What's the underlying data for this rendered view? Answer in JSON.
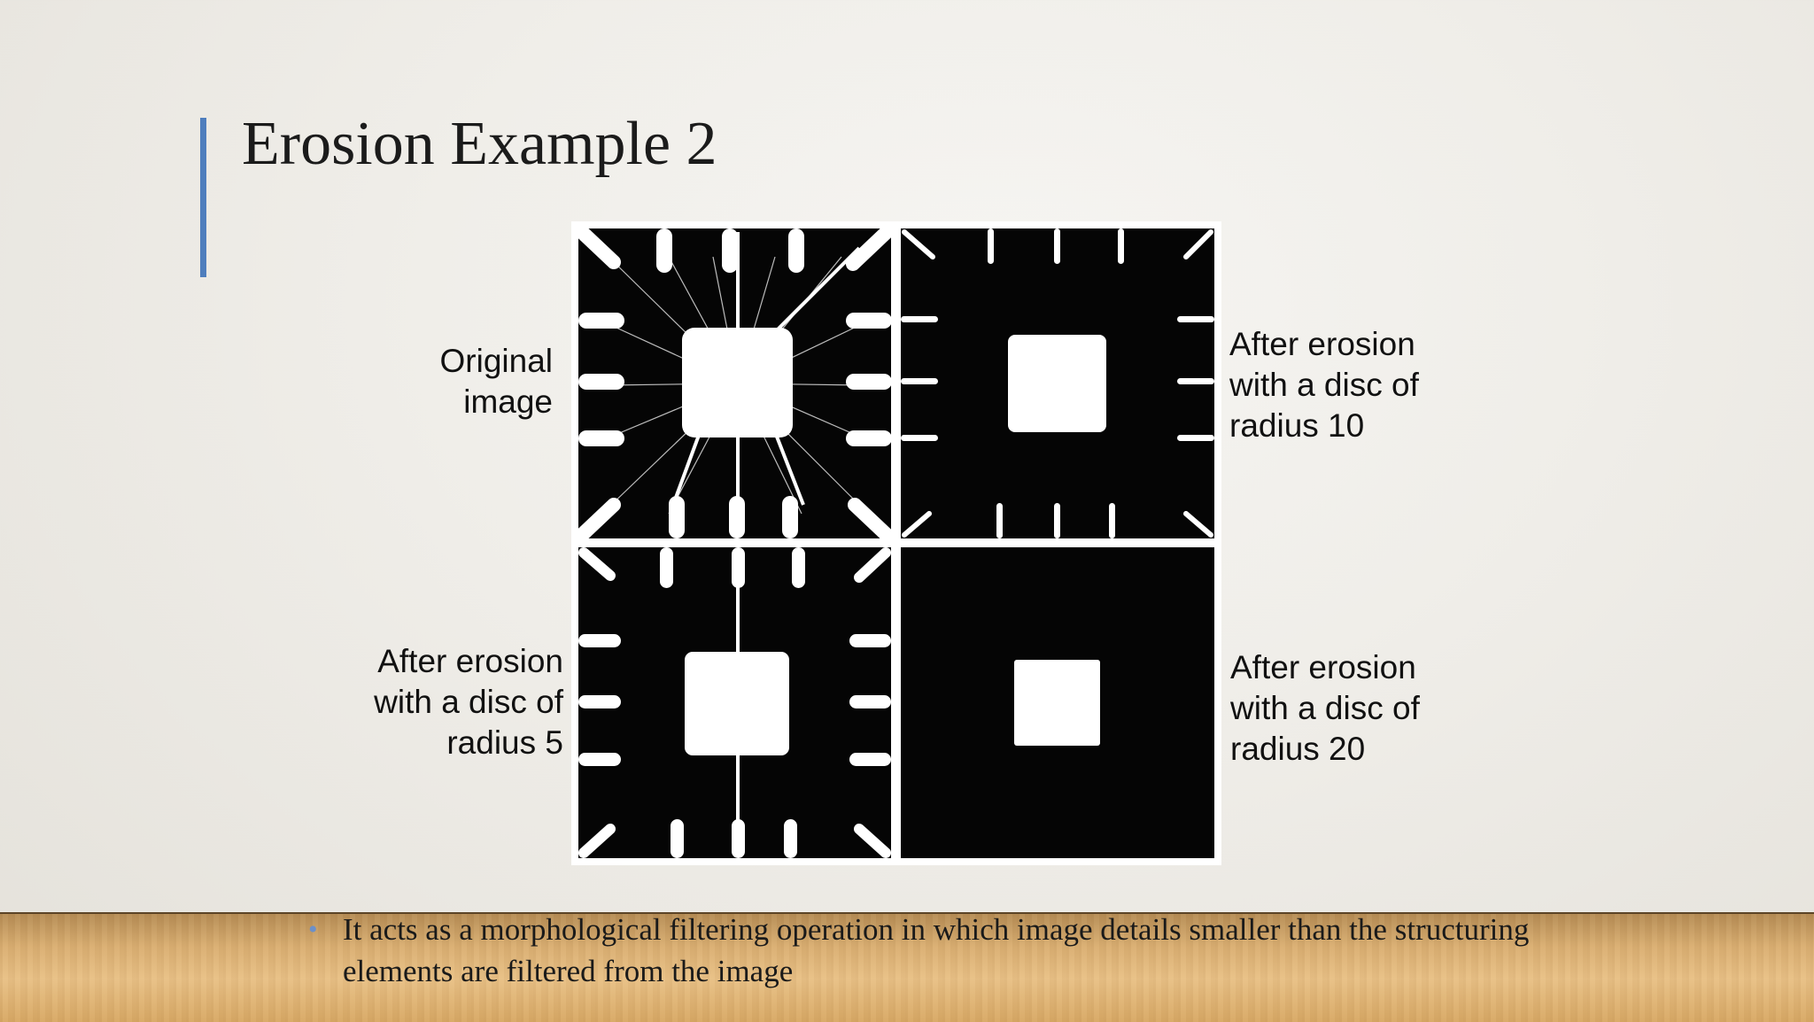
{
  "slide": {
    "title": "Erosion Example 2",
    "accent_color": "#4f7ebd"
  },
  "figure": {
    "labels": {
      "original": "Original\nimage",
      "radius_10": "After erosion\nwith a disc of\nradius 10",
      "radius_5": "After erosion\nwith a disc of\nradius 5",
      "radius_20": "After erosion\nwith a disc of\nradius 20"
    }
  },
  "bullet": {
    "marker": "•",
    "text": "It acts as a morphological filtering operation in which image details smaller than the structuring elements are filtered from the image"
  }
}
